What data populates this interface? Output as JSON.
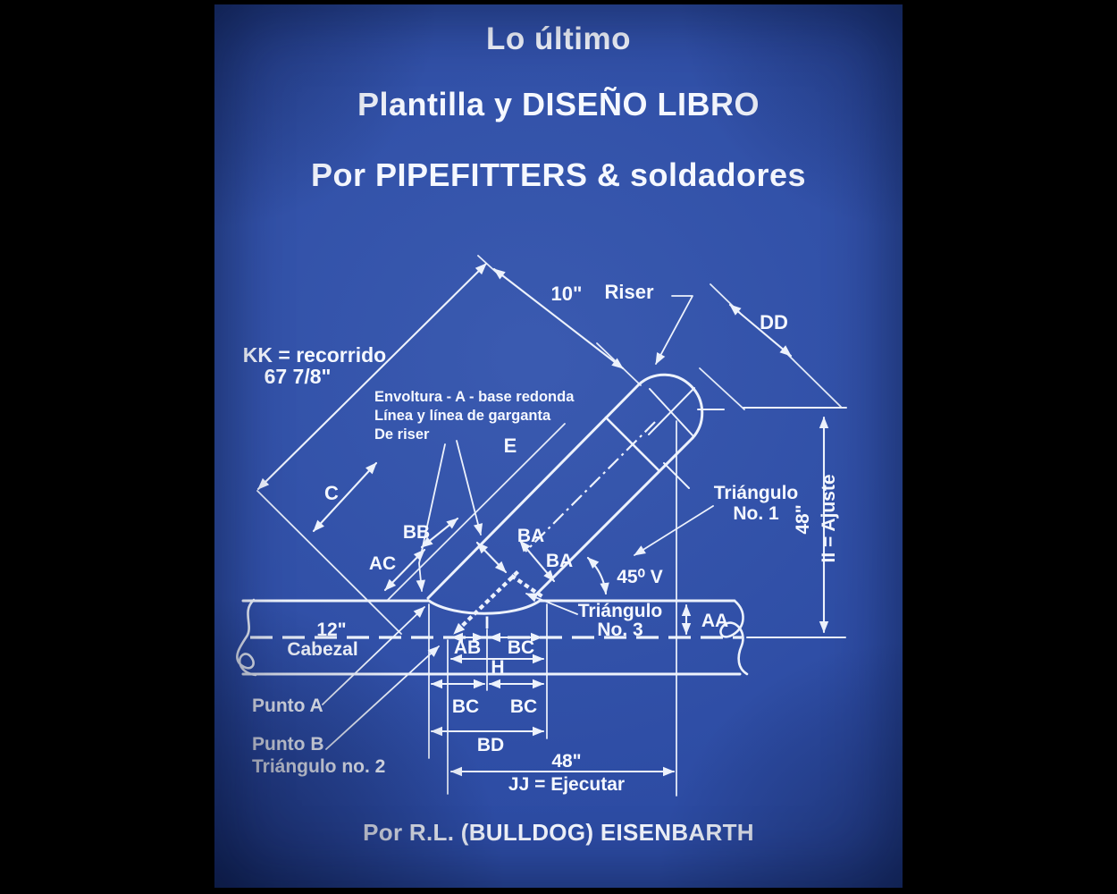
{
  "cover": {
    "titles": [
      "Lo último",
      "Plantilla y DISEÑO LIBRO",
      "Por PIPEFITTERS & soldadores"
    ],
    "author": "Por R.L. (BULLDOG) EISENBARTH",
    "colors": {
      "background": "#000000",
      "cover_blue": "#2d4ca4",
      "line_white": "#edf2fc",
      "text_white": "#f5f8ff"
    }
  },
  "diagram": {
    "labels": {
      "kk_line1": "KK = recorrido",
      "kk_line2": "67 7/8\"",
      "riser_length": "10\"",
      "riser": "Riser",
      "dd": "DD",
      "note_line1": "Envoltura - A - base redonda",
      "note_line2": "Línea y línea de garganta",
      "note_line3": "De riser",
      "e": "E",
      "c": "C",
      "bb": "BB",
      "ac": "AC",
      "ba_upper": "BA",
      "ba_lower": "BA",
      "triangle1_line1": "Triángulo",
      "triangle1_line2": "No. 1",
      "angle": "45⁰ V",
      "fit_height": "48\"",
      "fit": "II = Ajuste",
      "header_size": "12\"",
      "header_name": "Cabezal",
      "triangle3_line1": "Triángulo",
      "triangle3_line2": "No. 3",
      "aa": "AA",
      "i": "I",
      "ab": "AB",
      "bc_top": "BC",
      "h": "H",
      "bc_left": "BC",
      "bc_right": "BC",
      "bd": "BD",
      "run_length": "48\"",
      "run": "JJ = Ejecutar",
      "punto_a": "Punto A",
      "punto_b_line1": "Punto B",
      "punto_b_line2": "Triángulo no. 2"
    }
  }
}
